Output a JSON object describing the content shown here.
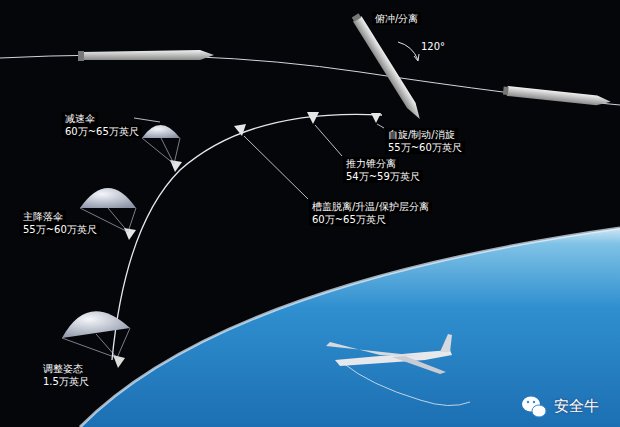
{
  "diagram": {
    "labels": [
      "俯冲/分离",
      "120°",
      "自旋/制动/消旋",
      "55万~60万英尺",
      "推力锥分离",
      "54万~59万英尺",
      "槽盖脱离/升温/保护层分离",
      "60万~65万英尺",
      "减速伞",
      "60万~65万英尺",
      "主降落伞",
      "55万~60万英尺",
      "调整姿态",
      "1.5万英尺",
      "安全牛"
    ]
  }
}
